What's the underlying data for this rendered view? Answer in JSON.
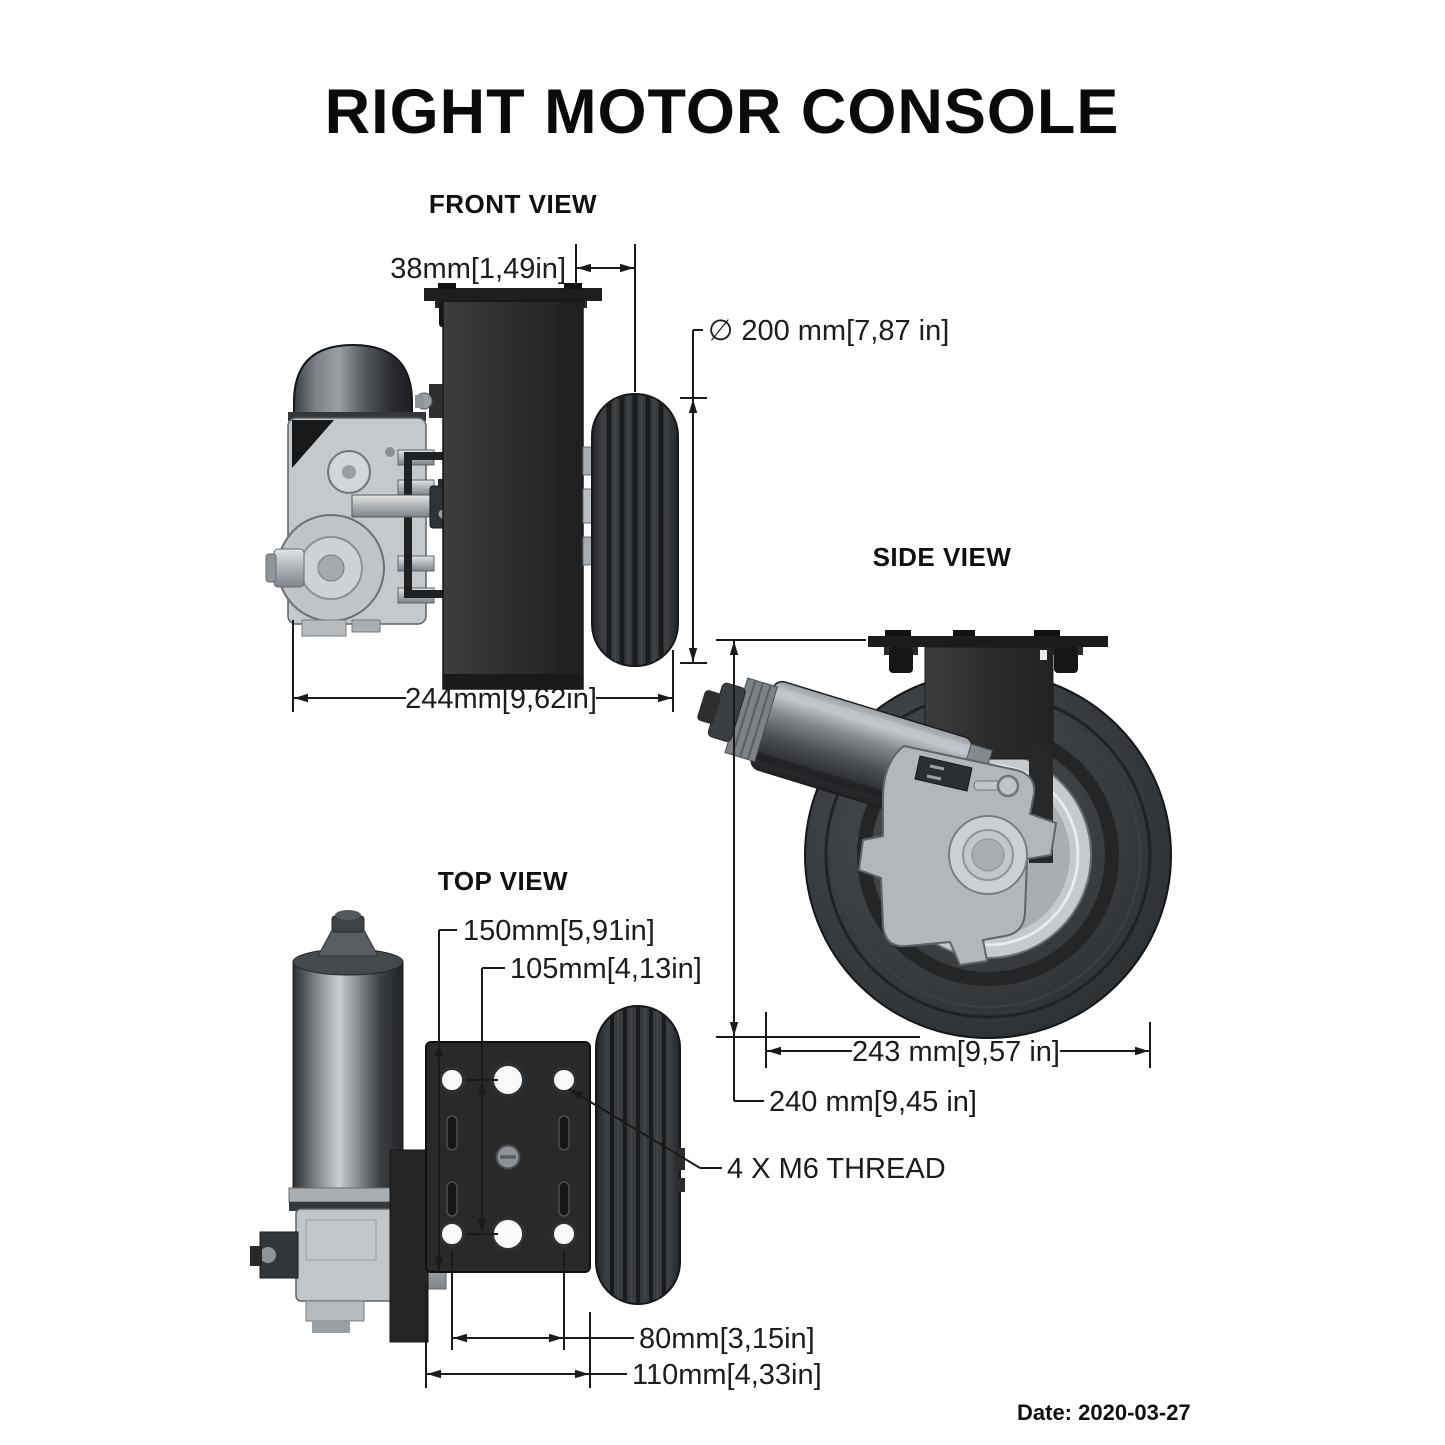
{
  "title": "RIGHT MOTOR CONSOLE",
  "date": "Date: 2020-03-27",
  "front_view": {
    "label": "FRONT VIEW",
    "dim_flange_offset": "38mm[1,49in]",
    "dim_wheel_diameter": "∅ 200 mm[7,87 in]",
    "dim_overall_width": "244mm[9,62in]"
  },
  "side_view": {
    "label": "SIDE VIEW",
    "dim_depth": "243 mm[9,57 in]",
    "dim_overall_height": "240 mm[9,45 in]"
  },
  "top_view": {
    "label": "TOP VIEW",
    "dim_plate_length": "150mm[5,91in]",
    "dim_hole_spacing_long": "105mm[4,13in]",
    "dim_hole_spacing_short": "80mm[3,15in]",
    "dim_plate_width": "110mm[4,33in]",
    "note_thread": "4 X M6 THREAD"
  }
}
